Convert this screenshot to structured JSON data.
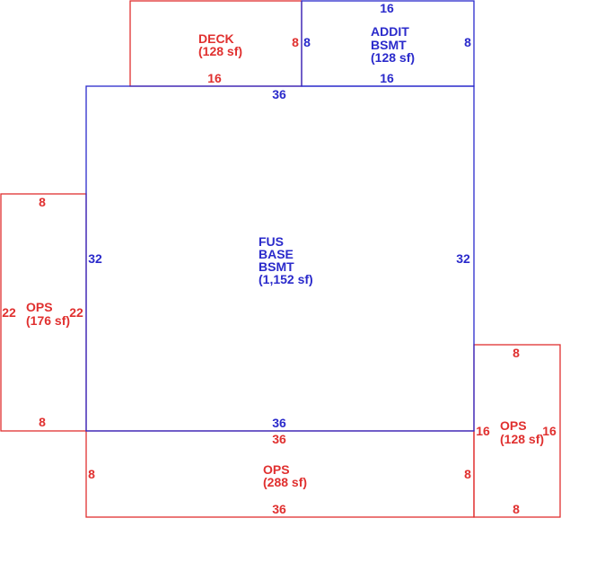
{
  "colors": {
    "red": "#e0302f",
    "blue": "#2a2acb"
  },
  "areas": {
    "deck": {
      "line1": "DECK",
      "line2": "(128 sf)",
      "top": "",
      "bottom": "16",
      "left": "",
      "right": "8"
    },
    "addit_bsmt": {
      "line1": "ADDIT",
      "line2": "BSMT",
      "line3": "(128 sf)",
      "top": "16",
      "bottom": "16",
      "left": "8",
      "right": "8"
    },
    "fus_base_bsmt": {
      "line1": "FUS",
      "line2": "BASE",
      "line3": "BSMT",
      "line4": "(1,152 sf)",
      "top": "36",
      "bottom": "36",
      "left": "32",
      "right": "32"
    },
    "ops_left": {
      "line1": "OPS",
      "line2": "(176 sf)",
      "top": "8",
      "bottom": "8",
      "left": "22",
      "right": "22"
    },
    "ops_bottom": {
      "line1": "OPS",
      "line2": "(288 sf)",
      "top": "36",
      "bottom": "36",
      "left": "8",
      "right": "8"
    },
    "ops_right": {
      "line1": "OPS",
      "line2": "(128 sf)",
      "top": "8",
      "bottom": "8",
      "left": "16",
      "right": "16"
    }
  }
}
